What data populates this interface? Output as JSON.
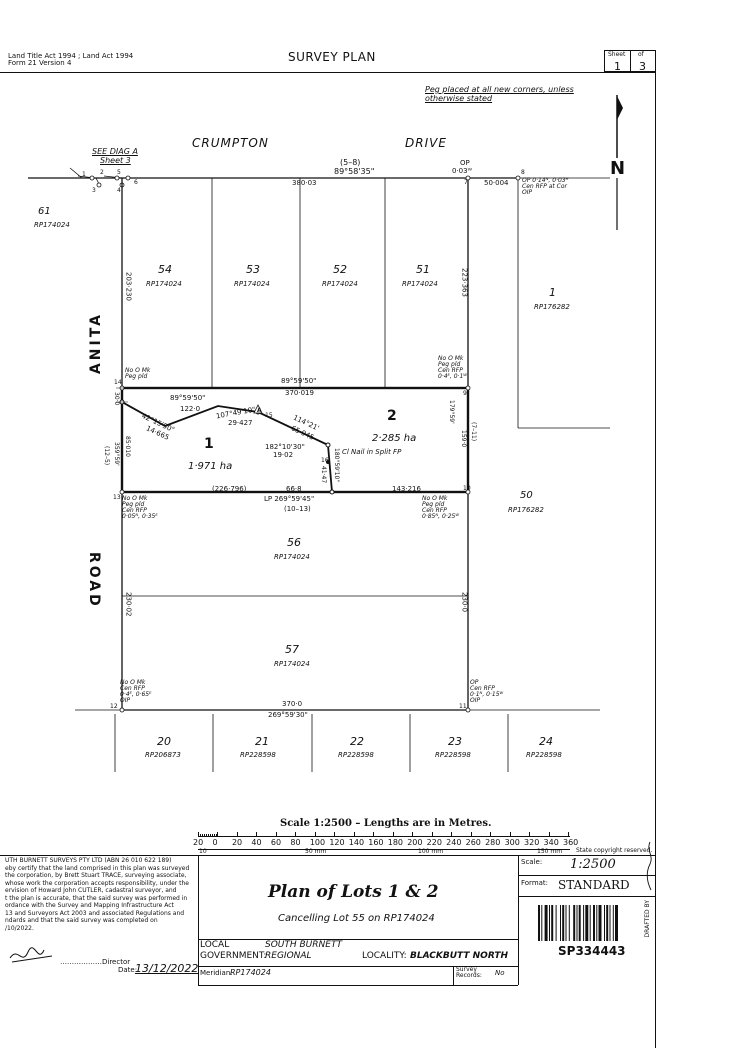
{
  "header": {
    "act_line1": "Land Title Act 1994 ; Land Act 1994",
    "act_line2": "Form 21 Version 4",
    "title": "SURVEY PLAN",
    "sheet_label": "Sheet",
    "of_label": "of",
    "sheet_num": "1",
    "sheet_total": "3"
  },
  "notes": {
    "peg_line1": "Peg placed at all new corners, unless",
    "peg_line2": "otherwise stated",
    "north": "N",
    "see_diag": "SEE DIAG A",
    "sheet3": "Sheet 3"
  },
  "roads": {
    "crumpton": "CRUMPTON",
    "drive": "DRIVE",
    "anita": "ANITA",
    "road": "ROAD"
  },
  "lots": {
    "l61": "61",
    "l61_rp": "RP174024",
    "l54": "54",
    "l54_rp": "RP174024",
    "l53": "53",
    "l53_rp": "RP174024",
    "l52": "52",
    "l52_rp": "RP174024",
    "l51": "51",
    "l51_rp": "RP174024",
    "l1_neighbour": "1",
    "l1_neighbour_rp": "RP176282",
    "lot1": "1",
    "lot1_area": "1·971 ha",
    "lot2": "2",
    "lot2_area": "2·285 ha",
    "l50": "50",
    "l50_rp": "RP176282",
    "l56": "56",
    "l56_rp": "RP174024",
    "l57": "57",
    "l57_rp": "RP174024",
    "l20": "20",
    "l20_rp": "RP206873",
    "l21": "21",
    "l21_rp": "RP228598",
    "l22": "22",
    "l22_rp": "RP228598",
    "l23": "23",
    "l23_rp": "RP228598",
    "l24": "24",
    "l24_rp": "RP228598"
  },
  "dims": {
    "d58": "(5–8)",
    "b_top": "89°58'35\"",
    "op_003w": "OP",
    "op_003w_b": "0·03ᵂ",
    "d38003": "380·03",
    "d50004": "50·004",
    "op_tr_1": "OP 0·14ᴺ, 0·03ᴴ",
    "op_tr_2": "Cen RFP at Cor",
    "op_tr_3": "OIP",
    "d203230": "203·230",
    "d223363": "223·363",
    "no_omk_14_1": "No O Mk",
    "no_omk_14_2": "Peg pld",
    "b_mid": "89°59'50\"",
    "d370019": "370·019",
    "r9_1": "No O Mk",
    "r9_2": "Peg pld",
    "r9_3": "Cen RFP",
    "r9_4": "0·4ᴱ, 0·1ᵂ",
    "b_inner": "89°59'50\"",
    "d1220": "122·0",
    "b_42": "42°15'50\"",
    "d14665": "14·665",
    "b_107": "107°49'10\"",
    "d29427": "29·427",
    "b_114": "114°21'",
    "d65945": "65·945",
    "b_182": "182°10'30\"",
    "d1902": "19·02",
    "b_180": "180°59'10\"",
    "d4147": "41·47",
    "cl_nail": "Cl Nail in Split FP",
    "d300": "30·0",
    "d85010": "85·010",
    "d12_5": "(12–5)",
    "b_359": "359°59'",
    "d1590": "159·0",
    "b_179": "179°59'",
    "d7_11": "(7–11)",
    "d226796": "(226·796)",
    "lp_b": "LP  269°59'45\"",
    "d668": "66·8",
    "d10_13": "(10–13)",
    "d143216": "143·216",
    "r13_1": "No O Mk",
    "r13_2": "Peg pld",
    "r13_3": "Cen RFP",
    "r13_4": "0·05ᴺ, 0·35ᴱ",
    "r10_1": "No O Mk",
    "r10_2": "Peg pld",
    "r10_3": "Cen RFP",
    "r10_4": "0·85ᴺ, 0·25ᵂ",
    "d23002": "230·02",
    "d2300": "230·0",
    "r12_1": "No O Mk",
    "r12_2": "Cen RFP",
    "r12_3": "0·4ᴱ, 0·65ᴱ",
    "r12_4": "OIP",
    "r11_1": "OP",
    "r11_2": "Cen RFP",
    "r11_3": "0·1ᴺ, 0·15ᵂ",
    "r11_4": "OIP",
    "d3700": "370·0",
    "b_bot": "269°59'30\"",
    "s1": "1",
    "s2": "2",
    "s3": "3",
    "s4": "4",
    "s5": "5",
    "s6": "6",
    "s7": "7",
    "s8": "8",
    "s9": "9",
    "s10": "10",
    "s11": "11",
    "s12": "12",
    "s13": "13",
    "s14": "14",
    "s15": "15",
    "s16": "16",
    "sA": "A"
  },
  "scale": {
    "title": "Scale 1:2500 – Lengths are in Metres.",
    "ticks": [
      "20",
      "0",
      "20",
      "40",
      "60",
      "80",
      "100",
      "120",
      "140",
      "160",
      "180",
      "200",
      "220",
      "240",
      "260",
      "280",
      "300",
      "320",
      "340",
      "360"
    ],
    "mm_10": "10",
    "mm_50": "50 mm",
    "mm_100": "100 mm",
    "mm_150": "150 mm",
    "copyright": "State copyright reserved."
  },
  "certificate": {
    "lines": [
      "UTH BURNETT SURVEYS PTY LTD  (ABN 26 010 622 189)",
      "eby certify that the land comprised in this plan was surveyed",
      "the corporation, by Brett Stuart TRACE, surveying associate,",
      "whose work the corporation accepts responsibility, under the",
      "ervision of Howard John CUTLER, cadastral surveyor, and",
      "t the plan is accurate, that the said survey was performed in",
      "ordance with the Survey and Mapping Infrastructure Act",
      "13 and Surveyors Act 2003 and associated Regulations and",
      "ndards and that the said survey was completed on",
      "/10/2022."
    ],
    "director": "Director",
    "date_label": "Date:",
    "date_value": "13/12/2022"
  },
  "titleblock": {
    "plan_title": "Plan of Lots 1 & 2",
    "cancelling": "Cancelling Lot 55 on RP174024",
    "local_label": "LOCAL",
    "gov_label": "GOVERNMENT:",
    "local_value": "SOUTH BURNETT",
    "gov_value": "REGIONAL",
    "locality_label": "LOCALITY:",
    "locality_value": "BLACKBUTT NORTH",
    "meridian_label": "Meridian:",
    "meridian_value": "RP174024",
    "survey_records_1": "Survey",
    "survey_records_2": "Records:",
    "survey_records_value": "No",
    "scale_label": "Scale:",
    "scale_value": "1:2500",
    "format_label": "Format:",
    "format_value": "STANDARD",
    "plan_number": "SP334443",
    "drafted_label": "DRAFTED BY"
  }
}
